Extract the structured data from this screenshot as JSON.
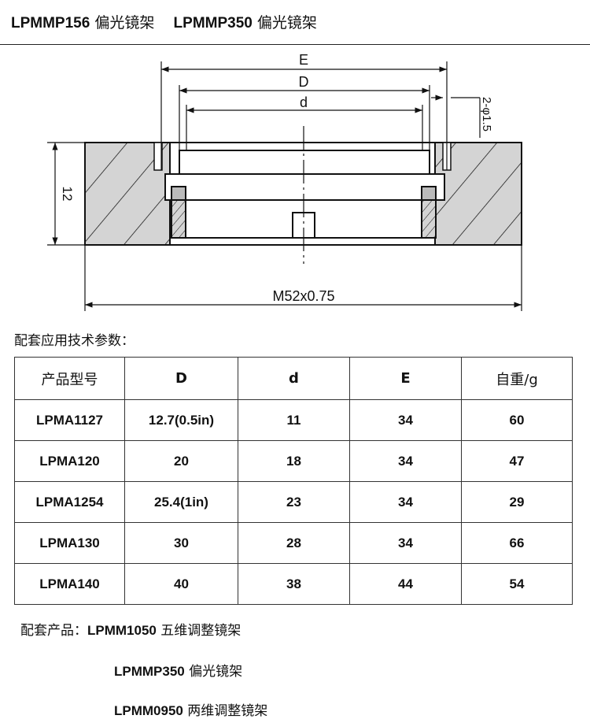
{
  "title": {
    "p1_code": "LPMMP156",
    "p1_name": "偏光镜架",
    "p2_code": "LPMMP350",
    "p2_name": "偏光镜架"
  },
  "drawing": {
    "dim_E": "E",
    "dim_D": "D",
    "dim_d": "d",
    "dim_holes": "2-φ1.5",
    "dim_height": "12",
    "dim_thread": "M52x0.75"
  },
  "spec_heading": "配套应用技术参数：",
  "table": {
    "headers": [
      "产品型号",
      "D",
      "d",
      "E",
      "自重/g"
    ],
    "rows": [
      [
        "LPMA1127",
        "12.7(0.5in)",
        "11",
        "34",
        "60"
      ],
      [
        "LPMA120",
        "20",
        "18",
        "34",
        "47"
      ],
      [
        "LPMA1254",
        "25.4(1in)",
        "23",
        "34",
        "29"
      ],
      [
        "LPMA130",
        "30",
        "28",
        "34",
        "66"
      ],
      [
        "LPMA140",
        "40",
        "38",
        "44",
        "54"
      ]
    ]
  },
  "accessories": {
    "label": "配套产品：",
    "items": [
      {
        "code": "LPMM1050",
        "name": "五维调整镜架"
      },
      {
        "code": "LPMMP350",
        "name": "偏光镜架"
      },
      {
        "code": "LPMM0950",
        "name": "两维调整镜架"
      }
    ]
  }
}
